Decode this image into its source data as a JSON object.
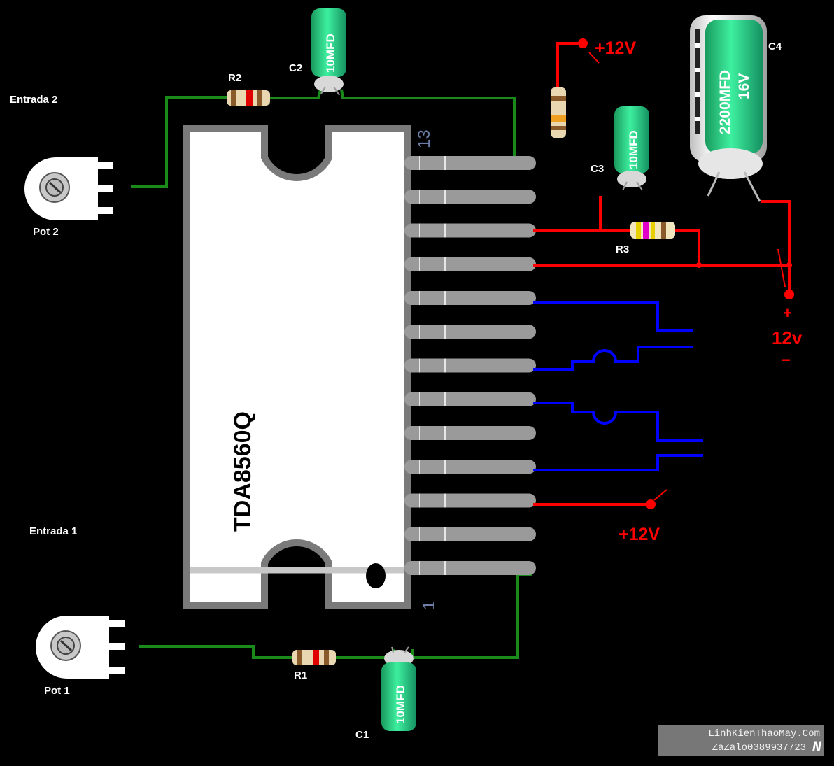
{
  "labels": {
    "input2": "Entrada 2",
    "input1": "Entrada 1",
    "pot2": "Pot 2",
    "pot1": "Pot 1",
    "r1": "R1",
    "r2": "R2",
    "r3": "R3",
    "c1": "C1",
    "c2": "C2",
    "c3": "C3",
    "c4": "C4",
    "c1_value": "10MFD",
    "c2_value": "10MFD",
    "c3_value": "10MFD",
    "c4_value_line1": "2200MFD",
    "c4_value_line2": "16V",
    "chip_name": "TDA8560Q",
    "pin_first": "1",
    "pin_last": "13",
    "v_top": "+12V",
    "v_bottom": "+12V",
    "supply_plus": "+",
    "supply_voltage": "12v",
    "supply_minus": "−"
  },
  "watermark": {
    "line1": "LinhKienThaoMay.Com",
    "line2": "ZaZalo0389937723",
    "mark": "N"
  },
  "colors": {
    "wire_input": "#1a8a1a",
    "wire_power": "#ff0000",
    "wire_speaker": "#0000ff",
    "chip_body": "#ffffff",
    "chip_border": "#7a7a7a",
    "pin": "#9a9a9a",
    "capacitor_body": "#29d58a",
    "background": "#000000"
  }
}
